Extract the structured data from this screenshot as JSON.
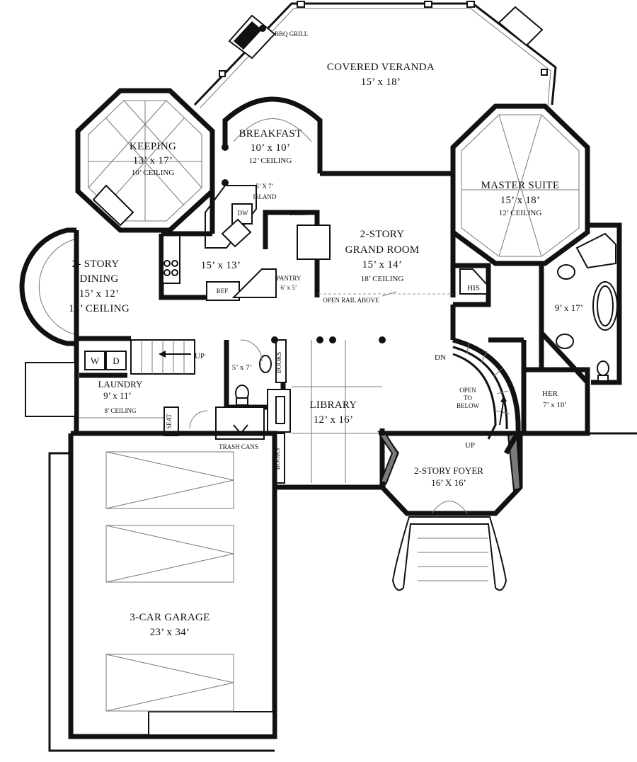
{
  "labels": {
    "veranda_name": "COVERED VERANDA",
    "veranda_size": "15’ x 18’",
    "bbq": "BBQ GRILL",
    "keeping_name": "KEEPING",
    "keeping_size": "13’ x 17’",
    "keeping_ceiling": "10’ CEILING",
    "breakfast_name": "BREAKFAST",
    "breakfast_size": "10’ x 10’",
    "breakfast_ceiling": "12’ CEILING",
    "island_size": "5’ X 7’",
    "island_name": "ISLAND",
    "dw": "DW",
    "desk": "DESK",
    "kitchen_size": "15’ x 13’",
    "ref": "REF",
    "pantry_name": "PANTRY",
    "pantry_size": "6’ x 5’",
    "grand_line1": "2-STORY",
    "grand_line2": "GRAND ROOM",
    "grand_size": "15’ x 14’",
    "grand_ceiling": "18’ CEILING",
    "open_rail": "OPEN RAIL ABOVE",
    "master_name": "MASTER SUITE",
    "master_size": "15’ x 18’",
    "master_ceiling": "12’ CEILING",
    "his": "HIS",
    "bath_size": "9’ x 17’",
    "her_name": "HER",
    "her_size": "7’ x 10’",
    "dining_line1": "2- STORY",
    "dining_line2": "DINING",
    "dining_size": "15’ x 12’",
    "dining_ceiling": "18’ CEILING",
    "up_1": "UP",
    "w": "W",
    "d": "D",
    "laundry_name": "LAUNDRY",
    "laundry_size": "9’ x 11’",
    "laundry_ceiling": "8’ CEILING",
    "seat": "SEAT",
    "powder_size": "5’ x 7’",
    "books_1": "BOOKS",
    "books_2": "BOOKS",
    "library_name": "LIBRARY",
    "library_size": "12’ x 16’",
    "trash": "TRASH CANS",
    "dn": "DN",
    "open_1": "OPEN",
    "open_2": "TO",
    "open_3": "BELOW",
    "up_2": "UP",
    "foyer_name": "2-STORY FOYER",
    "foyer_size": "16’ X 16’",
    "garage_name": "3-CAR GARAGE",
    "garage_size": "23’ x 34’"
  }
}
